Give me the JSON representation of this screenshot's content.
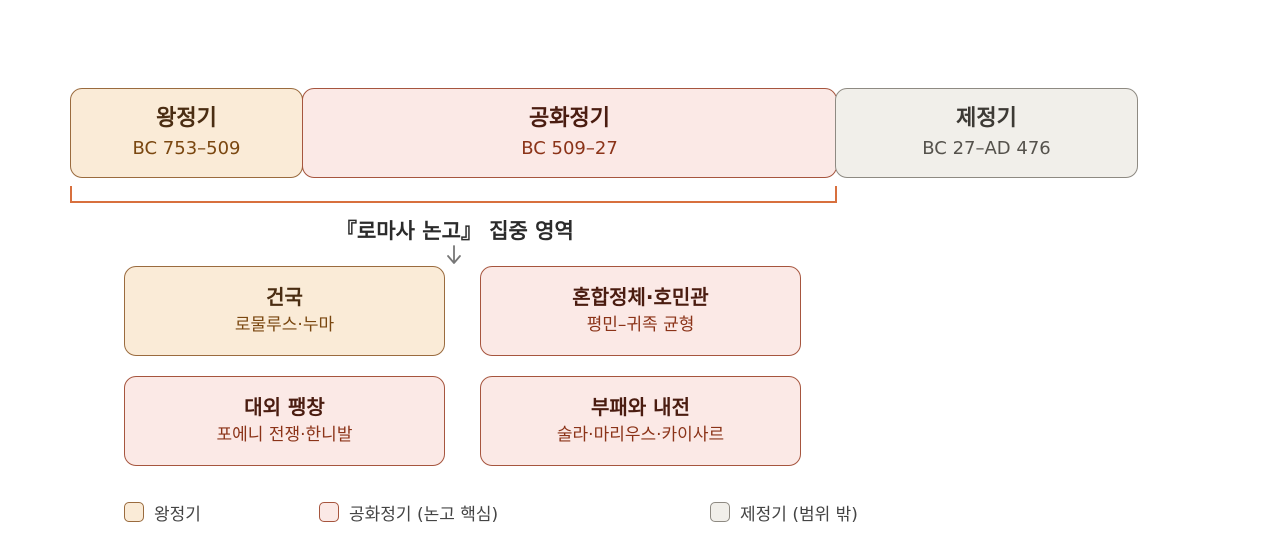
{
  "eras": {
    "monarchy": {
      "title": "왕정기",
      "period": "BC 753–509"
    },
    "republic": {
      "title": "공화정기",
      "period": "BC 509–27"
    },
    "empire": {
      "title": "제정기",
      "period": "BC 27–AD 476"
    }
  },
  "focus": {
    "label": "『로마사 논고』 집중 영역"
  },
  "cards": [
    {
      "title": "건국",
      "subtitle": "로물루스·누마",
      "era": "monarchy"
    },
    {
      "title": "혼합정체·호민관",
      "subtitle": "평민–귀족 균형",
      "era": "republic"
    },
    {
      "title": "대외 팽창",
      "subtitle": "포에니 전쟁·한니발",
      "era": "republic"
    },
    {
      "title": "부패와 내전",
      "subtitle": "술라·마리우스·카이사르",
      "era": "republic"
    }
  ],
  "legend": [
    {
      "label": "왕정기",
      "color": "#faebd7",
      "border": "#9a6b3e"
    },
    {
      "label": "공화정기 (논고 핵심)",
      "color": "#fbe9e6",
      "border": "#a6553e"
    },
    {
      "label": "제정기 (범위 밖)",
      "color": "#f1efea",
      "border": "#8e8a82"
    }
  ],
  "colors": {
    "bracket": "#d8703e",
    "arrow": "#777777"
  }
}
